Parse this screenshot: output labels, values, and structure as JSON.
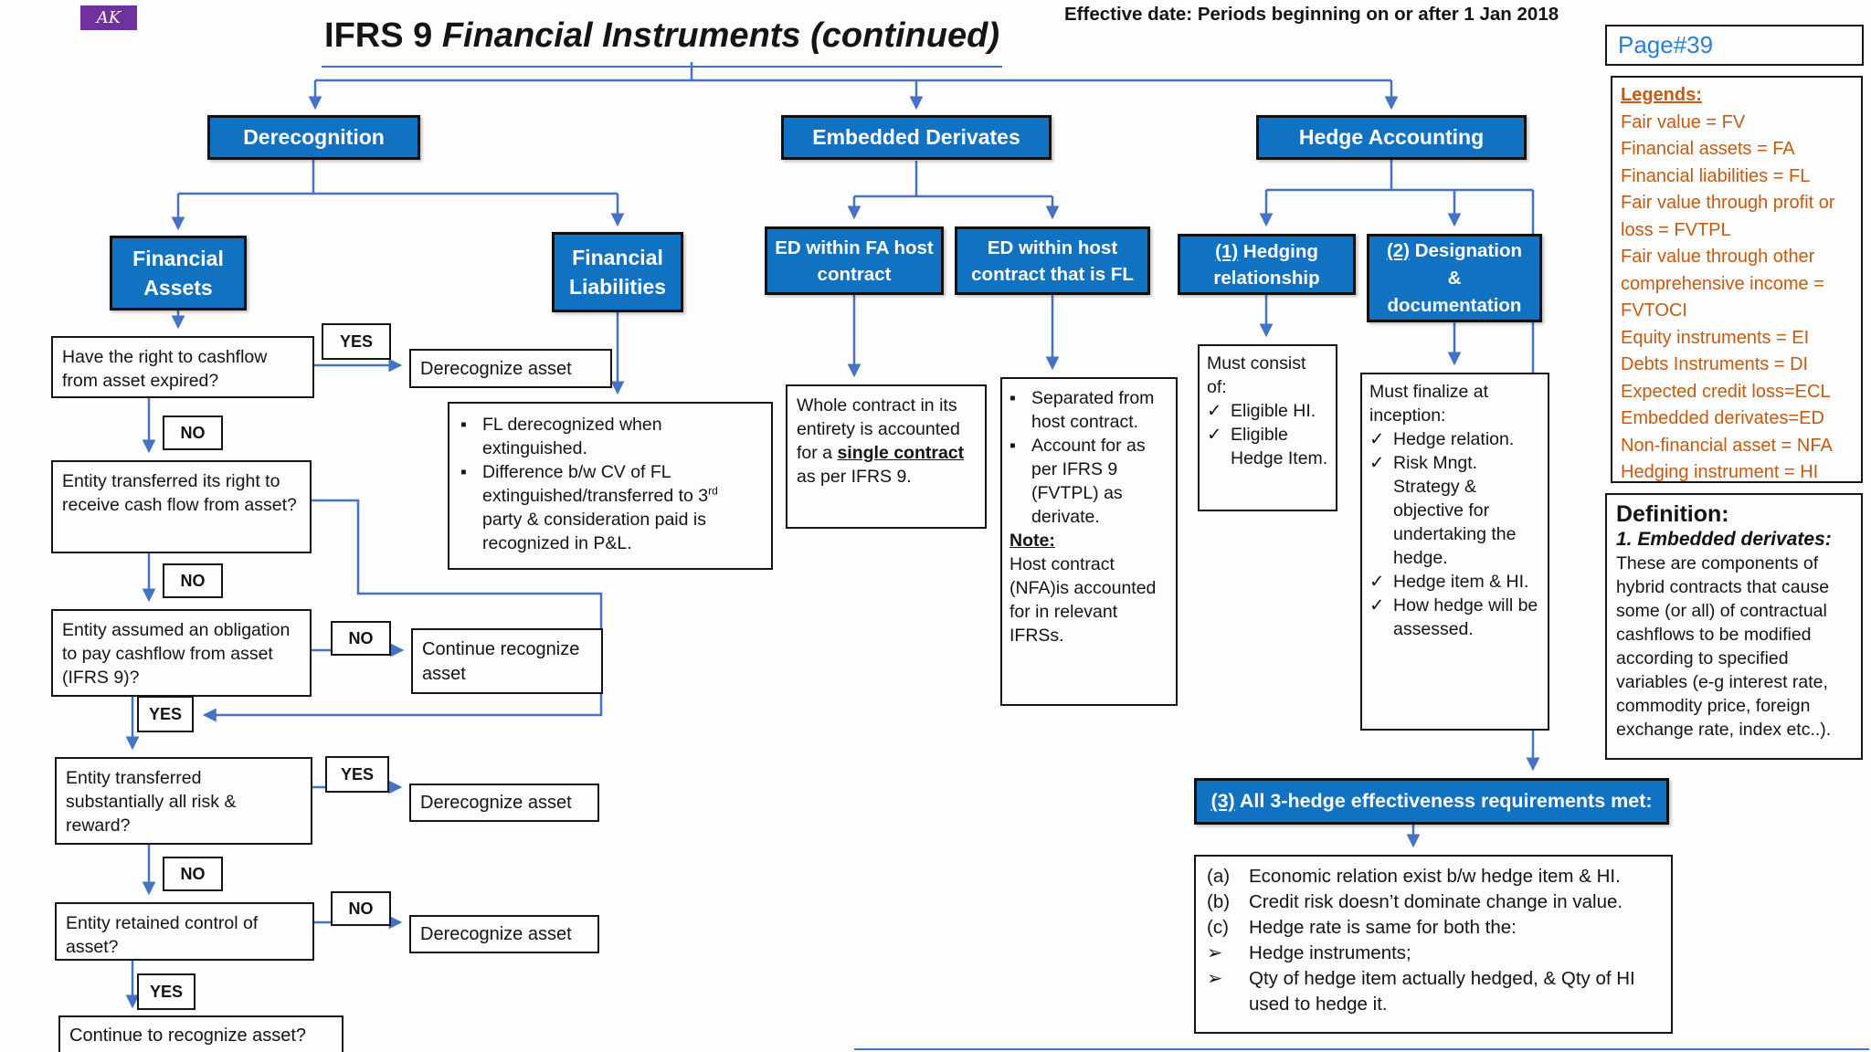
{
  "header": {
    "logo": "AK",
    "title_prefix": "IFRS 9",
    "title_rest": " Financial Instruments (continued)",
    "effective_date": "Effective date: Periods beginning on or after 1 Jan 2018",
    "page": "Page#39"
  },
  "labels": {
    "yes": "YES",
    "no": "NO"
  },
  "icons": {
    "check": "✓",
    "bullet": "▪",
    "arrow_bullet": "➢"
  },
  "colors": {
    "box_blue": "#1272c2",
    "connector_blue": "#4472C4",
    "legend_orange": "#C55A11",
    "page_blue": "#2b7fd4",
    "logo_purple": "#7030A0"
  },
  "legends": {
    "title": "Legends:",
    "items": [
      "Fair value = FV",
      "Financial assets = FA",
      "Financial liabilities = FL",
      "Fair value through profit or loss = FVTPL",
      "Fair value through other comprehensive income = FVTOCI",
      "Equity instruments = EI",
      "Debts Instruments = DI",
      "Expected credit loss=ECL",
      "Embedded derivates=ED",
      "Non-financial asset = NFA",
      "Hedging instrument = HI"
    ]
  },
  "definition": {
    "title": "Definition:",
    "subtitle": "1. Embedded derivates:",
    "body": "These are components of hybrid contracts that cause some (or all) of contractual cashflows to be modified according to specified variables (e-g interest rate, commodity price, foreign exchange rate, index etc..)."
  },
  "derecognition": {
    "title": "Derecognition",
    "fa_title": "Financial Assets",
    "fl_title": "Financial Liabilities",
    "q1": "Have the right to cashflow from asset expired?",
    "q2": "Entity transferred its right to receive cash flow from asset?",
    "q3": "Entity assumed an obligation to pay cashflow from asset (IFRS 9)?",
    "q4": "Entity transferred substantially all risk & reward?",
    "q5": "Entity retained control of asset?",
    "derecognize": "Derecognize asset",
    "continue_recognize": "Continue recognize asset",
    "final": "Continue to recognize asset?",
    "fl_point1": "FL derecognized when extinguished.",
    "fl_point2_pre": "Difference b/w CV of FL extinguished/transferred to 3",
    "fl_point2_sup": "rd",
    "fl_point2_post": " party & consideration paid is recognized in P&L."
  },
  "embedded": {
    "title": "Embedded Derivates",
    "fa_host": "ED within FA host contract",
    "fl_host": "ED within host contract that is FL",
    "whole_pre": "Whole contract in its entirety is accounted for a ",
    "whole_emph": "single contract",
    "whole_post": " as per IFRS 9.",
    "sep_point1": "Separated from host contract.",
    "sep_point2": "Account for as per IFRS 9 (FVTPL) as derivate.",
    "note_label": "Note:",
    "note_body": "Host contract (NFA)is accounted for in relevant IFRSs."
  },
  "hedge": {
    "title": "Hedge Accounting",
    "step1_num": "(1)",
    "step1_rest": " Hedging relationship",
    "step2_num": "(2)",
    "step2_rest": " Designation & documentation",
    "consist_intro": "Must consist of:",
    "consist_items": [
      "Eligible HI.",
      "Eligible Hedge Item."
    ],
    "finalize_intro": "Must finalize at inception:",
    "finalize_items": [
      "Hedge relation.",
      "Risk Mngt. Strategy & objective for undertaking the hedge.",
      "Hedge item & HI.",
      "How hedge will be assessed."
    ],
    "step3_num": "(3)",
    "step3_rest": " All 3-hedge effectiveness requirements met:",
    "req_items": [
      {
        "label": "(a)",
        "text": "Economic relation exist b/w hedge item & HI."
      },
      {
        "label": "(b)",
        "text": "Credit risk doesn’t dominate change in value."
      },
      {
        "label": "(c)",
        "text": "Hedge rate is same for both the:"
      }
    ],
    "req_sub_items": [
      "Hedge instruments;",
      "Qty of hedge item actually hedged, & Qty of HI used to hedge it."
    ]
  }
}
